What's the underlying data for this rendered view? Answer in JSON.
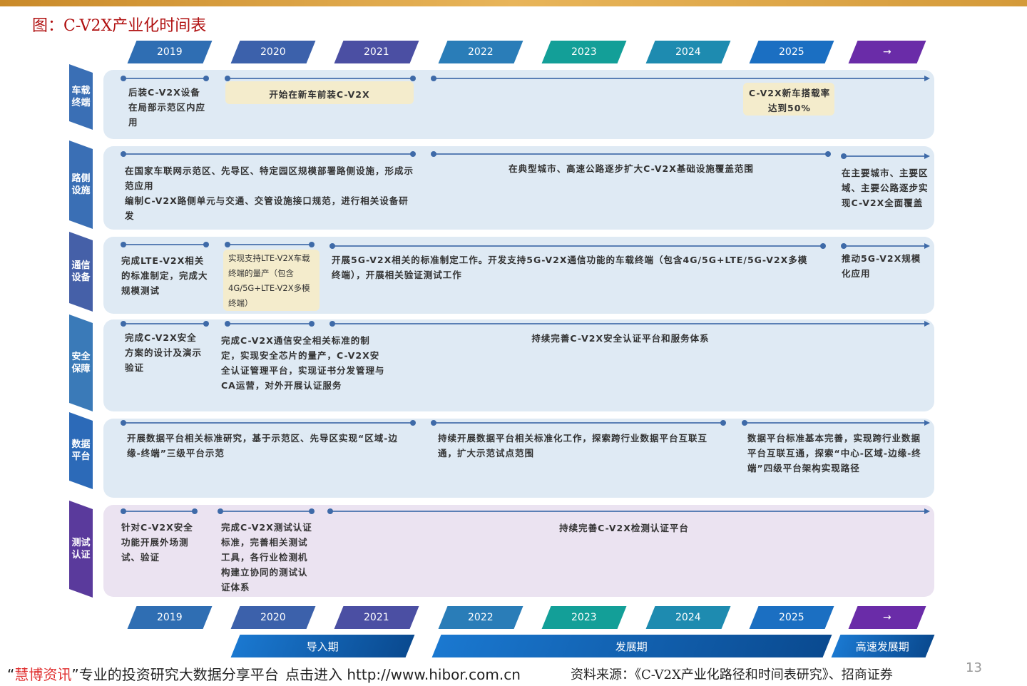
{
  "title": "图：C-V2X产业化时间表",
  "years": [
    "2019",
    "2020",
    "2021",
    "2022",
    "2023",
    "2024",
    "2025",
    "→"
  ],
  "year_colors": [
    "#2f6eb3",
    "#3c61ab",
    "#4b4fa3",
    "#2a7db8",
    "#139f98",
    "#1e8bb0",
    "#1b6fc2",
    "#6a2ca8"
  ],
  "sides": [
    "车载终端",
    "路侧设施",
    "通信设备",
    "安全保障",
    "数据平台",
    "测试认证"
  ],
  "rows": {
    "r1": [
      "后装C-V2X设备在局部示范区内应用",
      "开始在新车前装C-V2X",
      "C-V2X新车搭载率达到50%"
    ],
    "r2": [
      "在国家车联网示范区、先导区、特定园区规模部署路侧设施，形成示范应用\n编制C-V2X路侧单元与交通、交管设施接口规范，进行相关设备研发",
      "在典型城市、高速公路逐步扩大C-V2X基础设施覆盖范围",
      "在主要城市、主要区域、主要公路逐步实现C-V2X全面覆盖"
    ],
    "r3": [
      "完成LTE-V2X相关的标准制定，完成大规模测试",
      "实现支持LTE-V2X车载终端的量产（包含4G/5G+LTE-V2X多模终端）",
      "开展5G-V2X相关的标准制定工作。开发支持5G-V2X通信功能的车载终端（包含4G/5G+LTE/5G-V2X多模终端），开展相关验证测试工作",
      "推动5G-V2X规模化应用"
    ],
    "r4": [
      "完成C-V2X安全方案的设计及演示验证",
      "完成C-V2X通信安全相关标准的制定，实现安全芯片的量产，C-V2X安全认证管理平台，实现证书分发管理与CA运营，对外开展认证服务",
      "持续完善C-V2X安全认证平台和服务体系"
    ],
    "r5": [
      "开展数据平台相关标准研究，基于示范区、先导区实现“区域-边缘-终端”三级平台示范",
      "持续开展数据平台相关标准化工作，探索跨行业数据平台互联互通，扩大示范试点范围",
      "数据平台标准基本完善，实现跨行业数据平台互联互通，探索“中心-区域-边缘-终端”四级平台架构实现路径"
    ],
    "r6": [
      "针对C-V2X安全功能开展外场测试、验证",
      "完成C-V2X测试认证标准，完善相关测试工具，各行业检测机构建立协同的测试认证体系",
      "持续完善C-V2X检测认证平台"
    ]
  },
  "phases": [
    "导入期",
    "发展期",
    "高速发展期"
  ],
  "watermark": {
    "brand": "慧博资讯",
    "tagline": "专业的投资研究大数据分享平台",
    "link": "点击进入 http://www.hibor.com.cn"
  },
  "source": "资料来源：《C-V2X产业化路径和时间表研究》、招商证券",
  "page": "13"
}
